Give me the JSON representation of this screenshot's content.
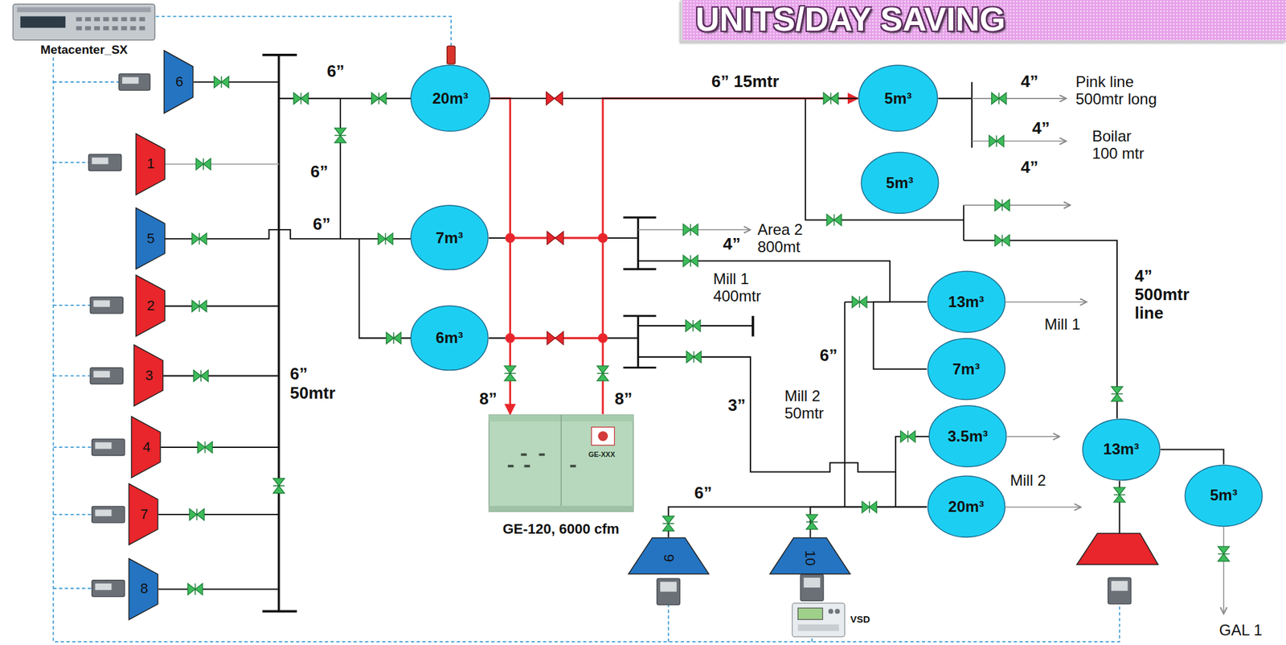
{
  "diagram": {
    "title": "UNITS/DAY SAVING",
    "nodes": [
      {
        "text": [
          "Metacenter_SX"
        ]
      },
      {
        "text": [
          "6"
        ]
      },
      {
        "text": [
          "1"
        ]
      },
      {
        "text": [
          "5"
        ]
      },
      {
        "text": [
          "2"
        ]
      },
      {
        "text": [
          "3"
        ]
      },
      {
        "text": [
          "4"
        ]
      },
      {
        "text": [
          "7"
        ]
      },
      {
        "text": [
          "8"
        ]
      },
      {
        "text": [
          "20m³"
        ]
      },
      {
        "text": [
          "5m³"
        ]
      },
      {
        "text": [
          "5m³"
        ]
      },
      {
        "text": [
          "7m³"
        ]
      },
      {
        "text": [
          "6m³"
        ]
      },
      {
        "text": [
          "13m³"
        ]
      },
      {
        "text": [
          "7m³"
        ]
      },
      {
        "text": [
          "3.5m³"
        ]
      },
      {
        "text": [
          "20m³"
        ]
      },
      {
        "text": [
          "13m³"
        ]
      },
      {
        "text": [
          "5m³"
        ]
      },
      {
        "text": [
          "GE-XXX",
          "GE-120, 6000 cfm"
        ]
      },
      {
        "text": [
          "9"
        ]
      },
      {
        "text": [
          "10"
        ]
      },
      {
        "text": [
          "VSD"
        ]
      }
    ],
    "edges": [
      {
        "from": 9,
        "to": 20,
        "arrow": "to"
      },
      {
        "from": 20,
        "to": 10,
        "arrow": "to"
      },
      {
        "from": 9,
        "to": 10,
        "arrow": "none"
      },
      {
        "from": 14,
        "to": 15,
        "arrow": "none"
      },
      {
        "from": 21,
        "to": 17,
        "arrow": "none"
      },
      {
        "from": 22,
        "to": 17,
        "arrow": "none"
      },
      {
        "from": 18,
        "to": 19,
        "arrow": "none"
      }
    ],
    "labels": [
      "6”",
      "6”",
      "6”",
      "6” 15mtr",
      "4”",
      "Pink line 500mtr long",
      "4”",
      "Boilar 100 mtr",
      "4”",
      "4”",
      "Area 2 800mt",
      "Mill 1 400mtr",
      "4” 500mtr line",
      "Mill 1",
      "6”",
      "6” 50mtr",
      "8”",
      "8”",
      "3”",
      "Mill 2 50mtr",
      "Mill 2",
      "6”",
      "GAL 1"
    ]
  }
}
